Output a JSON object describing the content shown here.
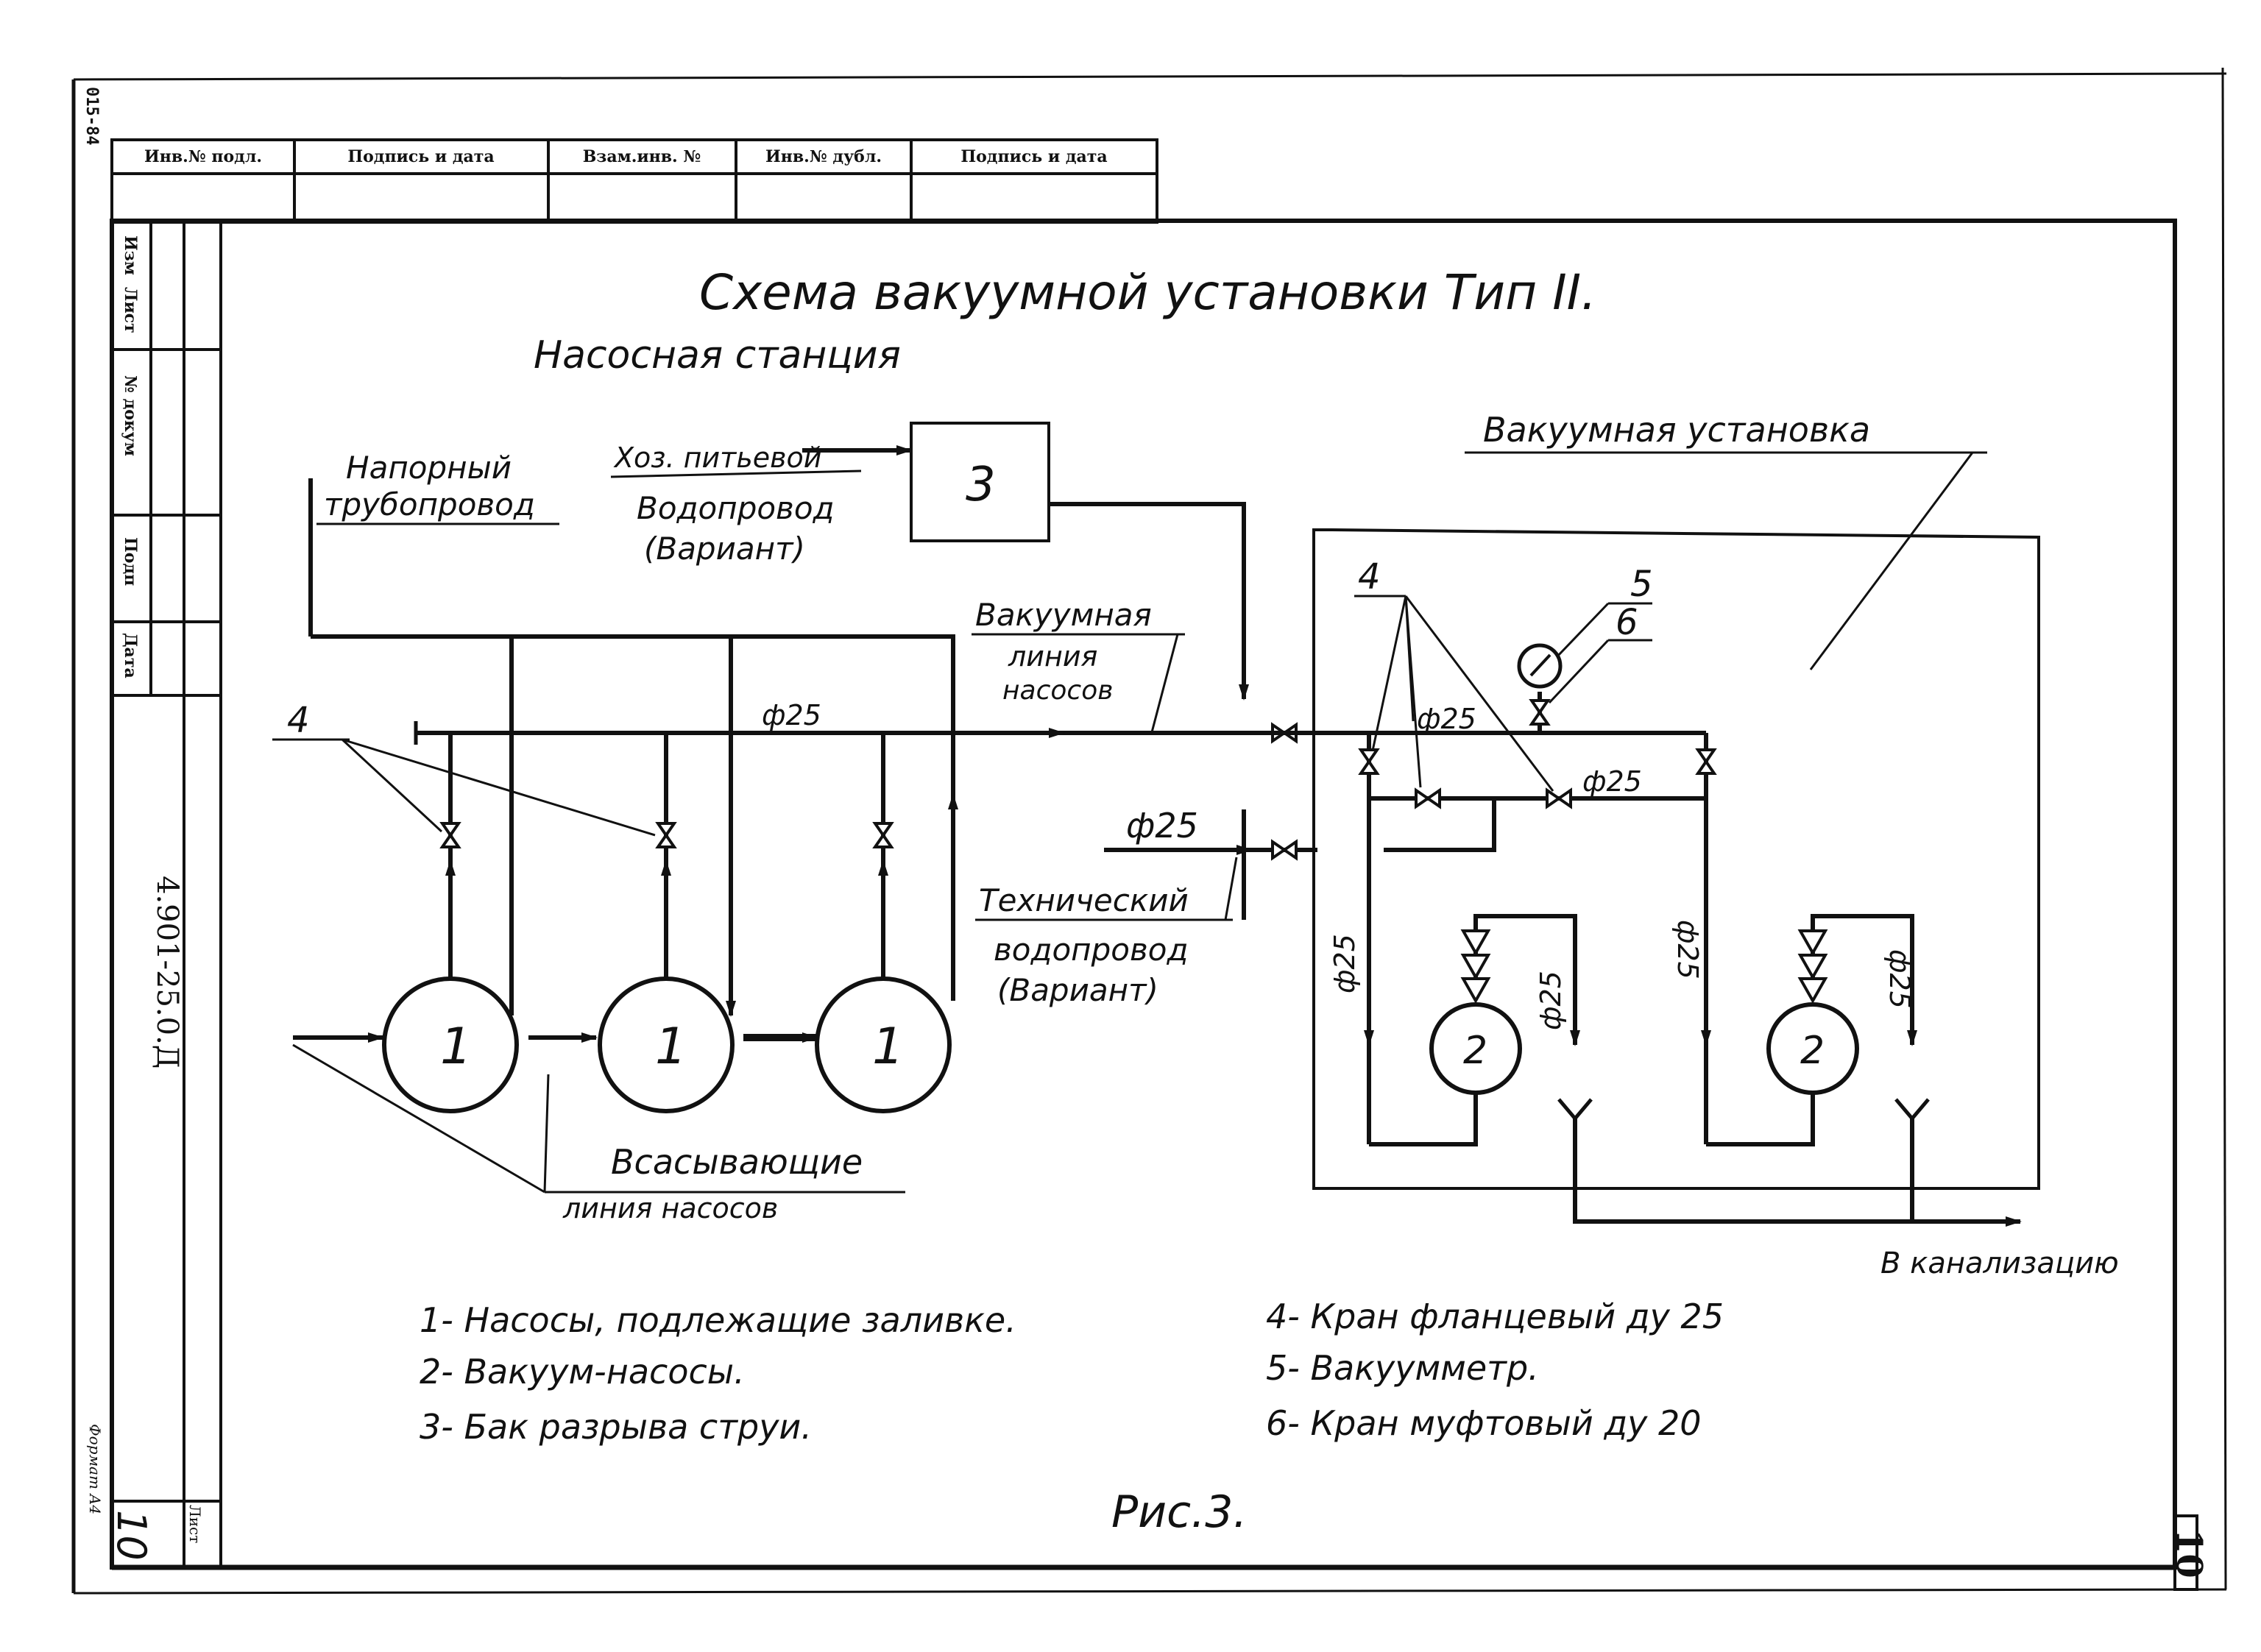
{
  "stamp_top": {
    "columns": [
      "Инв.№ подл.",
      "Подпись и дата",
      "Взам.инв. №",
      "Инв.№ дубл.",
      "Подпись и дата"
    ]
  },
  "side_code": "015-84",
  "left_strip": {
    "labels": [
      "Изм",
      "Лист",
      "№ докум",
      "Подп",
      "Дата"
    ],
    "doc_number": "4.901-25.0.Д",
    "format": "Формат А4",
    "sheet_label": "Лист",
    "sheet_number": "10",
    "right_sheet_number": "10"
  },
  "diagram": {
    "title": "Схема вакуумной установки Тип II.",
    "section_pump_station": "Насосная станция",
    "section_vacuum_unit": "Вакуумная установка",
    "pressure_line": [
      "Напорный",
      "трубопровод"
    ],
    "drinking_water": [
      "Хоз. питьевой",
      "Водопровод",
      "(Вариант)"
    ],
    "vacuum_line": [
      "Вакуумная",
      "линия",
      "насосов"
    ],
    "technical_water": [
      "Технический",
      "водопровод",
      "(Вариант)"
    ],
    "suction_line": [
      "Всасывающие",
      "линия насосов"
    ],
    "sewer": "В канализацию",
    "tank_label": "3",
    "pump_label": "1",
    "vacuum_pump_label": "2",
    "pipe_d25": "ф25",
    "callouts": {
      "valve": "4",
      "gauge": "5",
      "cock": "6"
    }
  },
  "legend": [
    "1- Насосы, подлежащие заливке.",
    "2- Вакуум-насосы.",
    "3- Бак разрыва струи.",
    "4- Кран фланцевый ду 25",
    "5- Вакуумметр.",
    "6- Кран муфтовый ду 20"
  ],
  "figure_caption": "Рис.3."
}
